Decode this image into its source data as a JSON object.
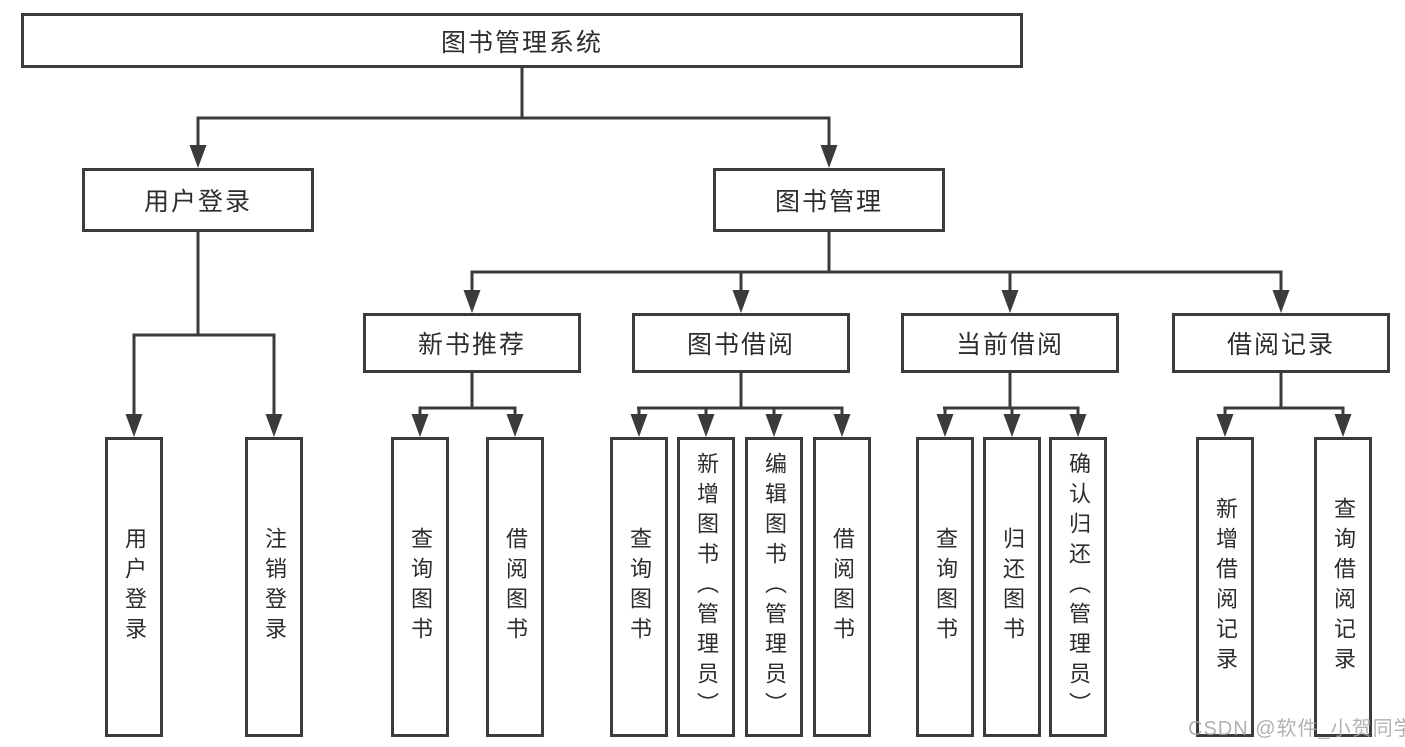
{
  "title": "图书管理系统",
  "colors": {
    "line": "#3b3b3b",
    "text": "#2d2d2d",
    "background": "#ffffff",
    "watermark": "#a5a5a5"
  },
  "watermark": {
    "text": "CSDN @软件_小贺同学"
  },
  "nodes": {
    "root": {
      "label": "图书管理系统"
    },
    "level2": [
      {
        "id": "user-login",
        "label": "用户登录",
        "parent": "图书管理系统"
      },
      {
        "id": "book-management",
        "label": "图书管理",
        "parent": "图书管理系统"
      }
    ],
    "level3": [
      {
        "id": "new-book-recommendation",
        "label": "新书推荐",
        "parent": "图书管理"
      },
      {
        "id": "book-borrowing",
        "label": "图书借阅",
        "parent": "图书管理"
      },
      {
        "id": "current-borrowing",
        "label": "当前借阅",
        "parent": "图书管理"
      },
      {
        "id": "borrowing-records",
        "label": "借阅记录",
        "parent": "图书管理"
      }
    ],
    "leaves": [
      {
        "id": "user-login",
        "label": "用户登录",
        "parent": "用户登录"
      },
      {
        "id": "logout",
        "label": "注销登录",
        "parent": "用户登录"
      },
      {
        "id": "query-books-recommendation",
        "label": "查询图书",
        "parent": "新书推荐"
      },
      {
        "id": "borrow-books-recommendation",
        "label": "借阅图书",
        "parent": "新书推荐"
      },
      {
        "id": "query-books-borrowing",
        "label": "查询图书",
        "parent": "图书借阅"
      },
      {
        "id": "add-book-admin",
        "label": "新增图书（管理员）",
        "parent": "图书借阅"
      },
      {
        "id": "edit-book-admin",
        "label": "编辑图书（管理员）",
        "parent": "图书借阅"
      },
      {
        "id": "borrow-books-borrowing",
        "label": "借阅图书",
        "parent": "图书借阅"
      },
      {
        "id": "query-books-current",
        "label": "查询图书",
        "parent": "当前借阅"
      },
      {
        "id": "return-books",
        "label": "归还图书",
        "parent": "当前借阅"
      },
      {
        "id": "confirm-return-admin",
        "label": "确认归还（管理员）",
        "parent": "当前借阅"
      },
      {
        "id": "add-borrow-record",
        "label": "新增借阅记录",
        "parent": "借阅记录"
      },
      {
        "id": "query-borrow-record",
        "label": "查询借阅记录",
        "parent": "借阅记录"
      }
    ]
  }
}
